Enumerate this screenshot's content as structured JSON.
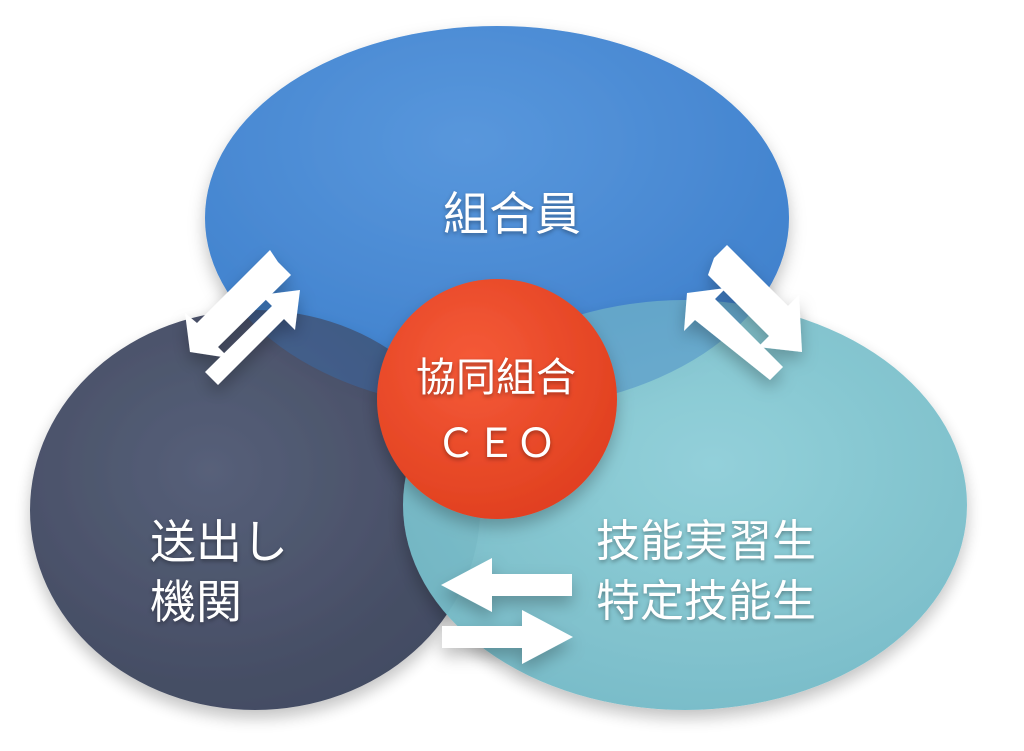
{
  "nodes": {
    "top": {
      "label": "組合員",
      "color": "#4a8fd9"
    },
    "left": {
      "lines": [
        "送出し",
        "機関"
      ],
      "color": "#414a63"
    },
    "right": {
      "lines": [
        "技能実習生",
        "特定技能生"
      ],
      "color": "#7cc3cf"
    },
    "center": {
      "lines": [
        "協同組合",
        "ＣＥＯ"
      ],
      "color": "#f04a2a"
    }
  },
  "arrows": [
    {
      "between": [
        "top",
        "left"
      ],
      "direction": "bidirectional"
    },
    {
      "between": [
        "top",
        "right"
      ],
      "direction": "bidirectional"
    },
    {
      "between": [
        "left",
        "right"
      ],
      "direction": "bidirectional"
    }
  ]
}
